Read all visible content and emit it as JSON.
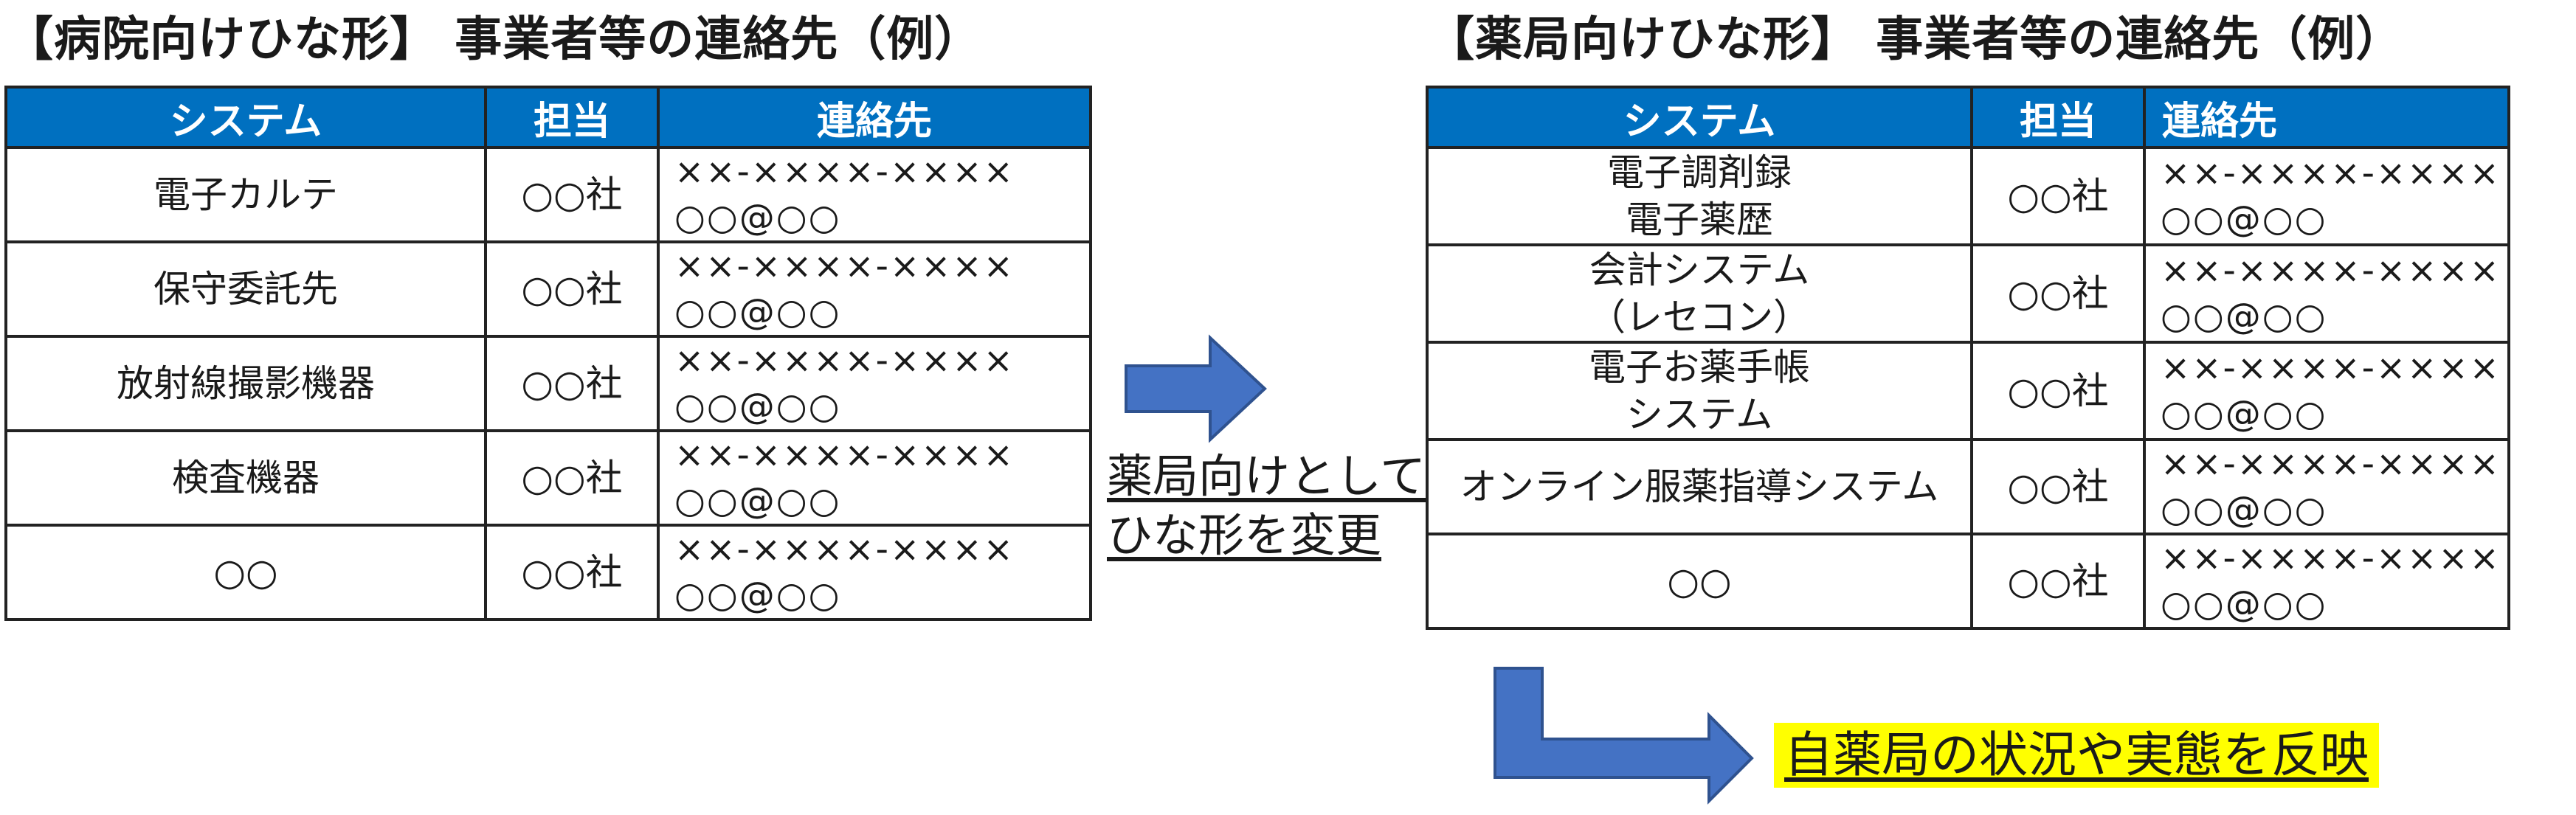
{
  "hospital_panel": {
    "title": "【病院向けひな形】 事業者等の連絡先（例）",
    "headers": {
      "system": "システム",
      "person": "担当",
      "contact": "連絡先"
    },
    "rows": [
      {
        "system": [
          "電子カルテ"
        ],
        "person": "○○社",
        "phone": "××-××××-××××",
        "email": "○○@○○"
      },
      {
        "system": [
          "保守委託先"
        ],
        "person": "○○社",
        "phone": "××-××××-××××",
        "email": "○○@○○"
      },
      {
        "system": [
          "放射線撮影機器"
        ],
        "person": "○○社",
        "phone": "××-××××-××××",
        "email": "○○@○○"
      },
      {
        "system": [
          "検査機器"
        ],
        "person": "○○社",
        "phone": "××-××××-××××",
        "email": "○○@○○"
      },
      {
        "system": [
          "○○"
        ],
        "person": "○○社",
        "phone": "××-××××-××××",
        "email": "○○@○○"
      }
    ]
  },
  "pharmacy_panel": {
    "title": "【薬局向けひな形】 事業者等の連絡先（例）",
    "headers": {
      "system": "システム",
      "person": "担当",
      "contact": "連絡先"
    },
    "rows": [
      {
        "system": [
          "電子調剤録",
          "電子薬歴"
        ],
        "person": "○○社",
        "phone": "××-××××-××××",
        "email": "○○@○○"
      },
      {
        "system": [
          "会計システム",
          "（レセコン）"
        ],
        "person": "○○社",
        "phone": "××-××××-××××",
        "email": "○○@○○"
      },
      {
        "system": [
          "電子お薬手帳",
          "システム"
        ],
        "person": "○○社",
        "phone": "××-××××-××××",
        "email": "○○@○○"
      },
      {
        "system": [
          "オンライン服薬指導システム"
        ],
        "person": "○○社",
        "phone": "××-××××-××××",
        "email": "○○@○○"
      },
      {
        "system": [
          "○○"
        ],
        "person": "○○社",
        "phone": "××-××××-××××",
        "email": "○○@○○"
      }
    ]
  },
  "transition": {
    "note_lines": [
      "薬局向けとして",
      "ひな形を変更"
    ]
  },
  "reflect": {
    "text": "自薬局の状況や実態を反映"
  },
  "colors": {
    "header_blue": "#0070c0",
    "arrow_blue": "#4472c4",
    "arrow_border": "#2f528f",
    "highlight": "#ffff00"
  }
}
